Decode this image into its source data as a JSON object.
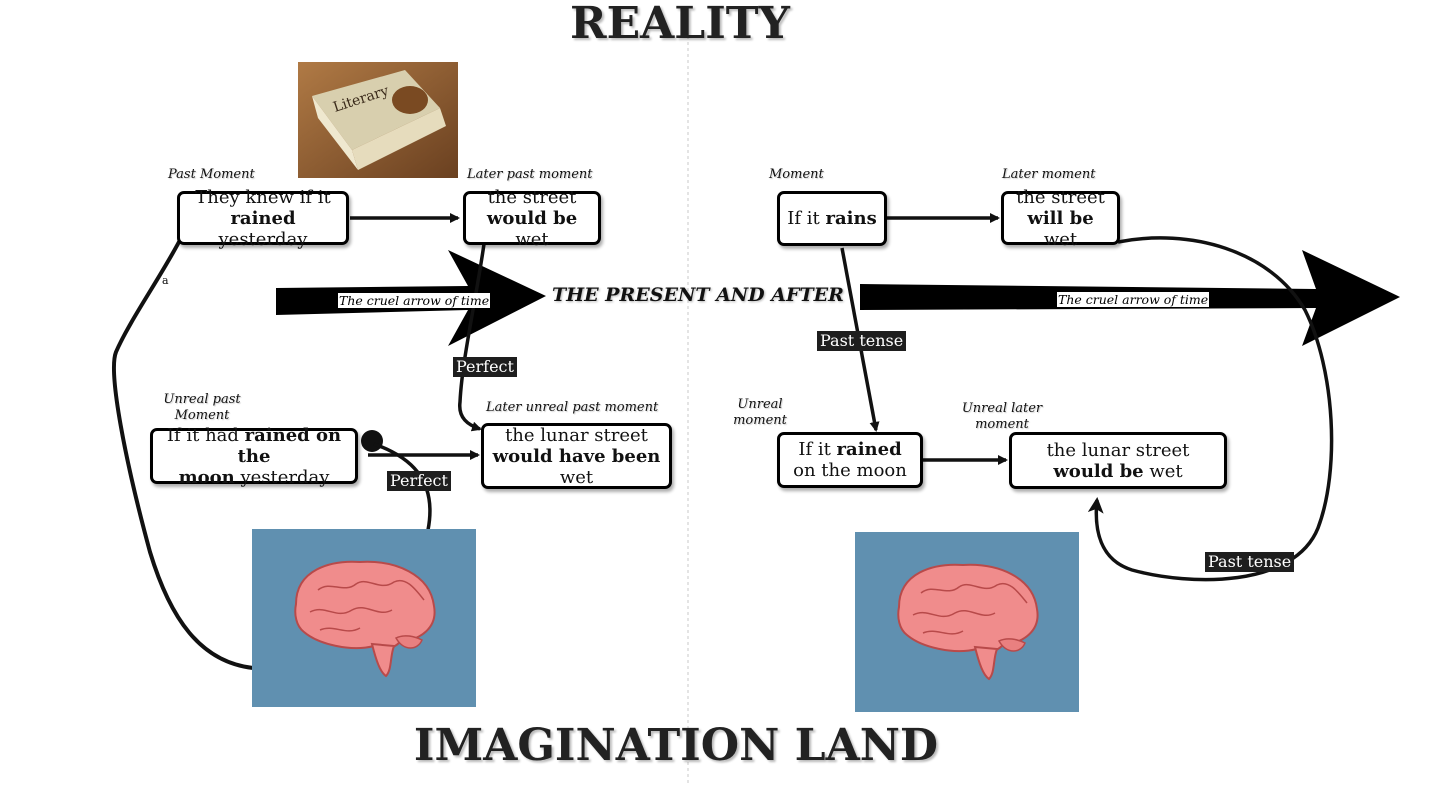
{
  "titles": {
    "top": "REALITY",
    "bottom": "IMAGINATION LAND",
    "center": "THE PRESENT AND AFTER"
  },
  "arrows_of_time": {
    "left_label": "The cruel arrow of time",
    "right_label": "The cruel arrow of time"
  },
  "left": {
    "past_caption": "Past Moment",
    "later_past_caption": "Later past moment",
    "unreal_past_caption_line1": "Unreal past",
    "unreal_past_caption_line2": "Moment",
    "later_unreal_caption": "Later unreal past moment",
    "node_past": {
      "line1": "They knew if it",
      "bold": "rained",
      "rest": " yesterday"
    },
    "node_later_past": {
      "line1": "the street",
      "bold": "would be",
      "rest": " wet"
    },
    "node_unreal_past": {
      "pre": "If it had ",
      "bold1": "rained on the",
      "bold2": "moon",
      "rest": " yesterday"
    },
    "node_later_unreal": {
      "line1": "the lunar street",
      "bold": "would have been",
      "line3": "wet"
    },
    "tag_perfect_1": "Perfect",
    "tag_perfect_2": "Perfect",
    "tiny_mark": "a"
  },
  "right": {
    "moment_caption": "Moment",
    "later_moment_caption": "Later moment",
    "unreal_moment_caption_line1": "Unreal",
    "unreal_moment_caption_line2": "moment",
    "unreal_later_caption_line1": "Unreal later",
    "unreal_later_caption_line2": "moment",
    "node_moment": {
      "pre": "If it ",
      "bold": "rains"
    },
    "node_later": {
      "line1": "the street",
      "bold": "will be",
      "rest": " wet"
    },
    "node_unreal": {
      "pre": "If it ",
      "bold": "rained",
      "line2": "on the moon"
    },
    "node_unreal_later": {
      "line1": "the lunar street",
      "bold": "would be",
      "rest": " wet"
    },
    "tag_past_tense_1": "Past tense",
    "tag_past_tense_2": "Past tense"
  },
  "book_image": {
    "text": "Literary"
  },
  "colors": {
    "brain_background": "#6090b0",
    "brain_pink": "#f08c8c",
    "book_background": "#8a5a30",
    "tag_background": "#1e1e1e",
    "divider": "#c8c8c8"
  }
}
